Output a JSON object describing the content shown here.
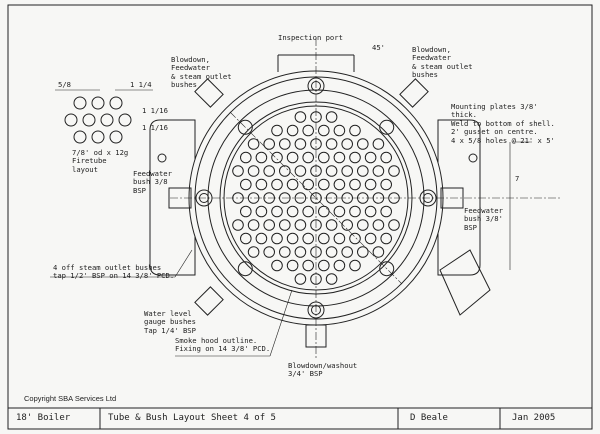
{
  "labels": {
    "inspection_port": "Inspection port",
    "angle": "45'",
    "bushes_left": "Blowdown,\nFeedwater\n& steam outlet\nbushes",
    "bushes_right": "Blowdown,\nFeedwater\n& steam outlet\nbushes",
    "mounting": "Mounting plates 3/8'\nthick.\nWeld to bottom of shell.\n2' gusset on centre.\n4 x 5/8 holes @ 21' x 5'",
    "dim_7": "7",
    "feed_left": "Feedwater\nbush 3/8\nBSP",
    "feed_right": "Feedwater\nbush 3/8'\nBSP",
    "steam_outlet": "4 off steam outlet bushes\ntap 1/2' BSP on 14 3/8' PCD.",
    "water_level": "Water level\ngauge bushes\nTap 1/4' BSP",
    "smoke_hood": "Smoke hood outline.\nFixing on 14 3/8' PCD.",
    "blowdown": "Blowdown/washout\n3/4' BSP",
    "dim_5_8": "5/8",
    "dim_1_1_4": "1 1/4",
    "dim_1_1_16_a": "1 1/16",
    "dim_1_1_16_b": "1 1/16",
    "firetube": "7/8' od x 12g\nFiretube\nlayout"
  },
  "copyright": "Copyright SBA Services Ltd",
  "title_block": {
    "project": "18' Boiler",
    "sheet": "Tube & Bush Layout Sheet 4 of 5",
    "author": "D Beale",
    "date": "Jan 2005"
  }
}
